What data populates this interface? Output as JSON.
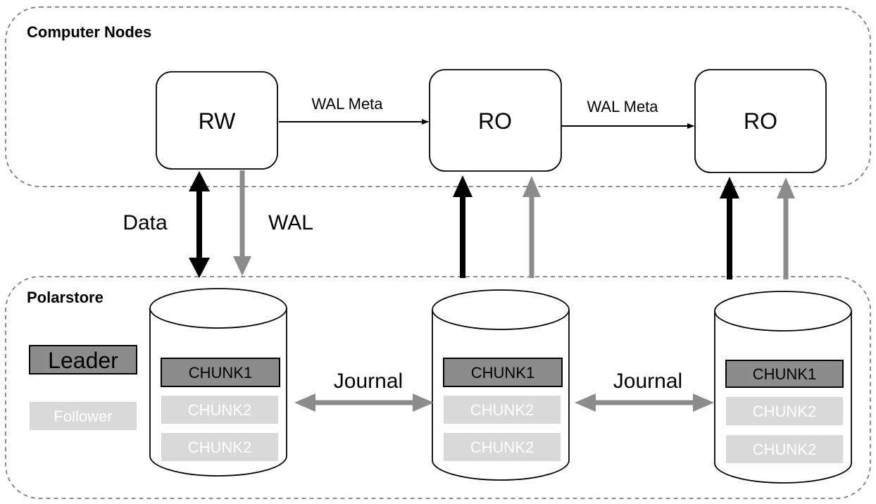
{
  "groups": {
    "compute": {
      "title": "Computer Nodes"
    },
    "storage": {
      "title": "Polarstore"
    }
  },
  "nodes": [
    {
      "label": "RW"
    },
    {
      "label": "RO"
    },
    {
      "label": "RO"
    }
  ],
  "edges": {
    "wal_meta_1": "WAL Meta",
    "wal_meta_2": "WAL Meta",
    "data": "Data",
    "wal": "WAL",
    "journal_1": "Journal",
    "journal_2": "Journal"
  },
  "stores": [
    {
      "chunks": [
        "CHUNK1",
        "CHUNK2",
        "CHUNK2"
      ]
    },
    {
      "chunks": [
        "CHUNK1",
        "CHUNK2",
        "CHUNK2"
      ]
    },
    {
      "chunks": [
        "CHUNK1",
        "CHUNK2",
        "CHUNK2"
      ]
    }
  ],
  "legend": {
    "leader": "Leader",
    "follower": "Follower"
  },
  "colors": {
    "leader_fill": "#8c8c8c",
    "follower_fill": "#d9d9d9",
    "wal_arrow": "#8c8c8c",
    "data_arrow": "#000000",
    "group_border": "#7f7f7f"
  }
}
